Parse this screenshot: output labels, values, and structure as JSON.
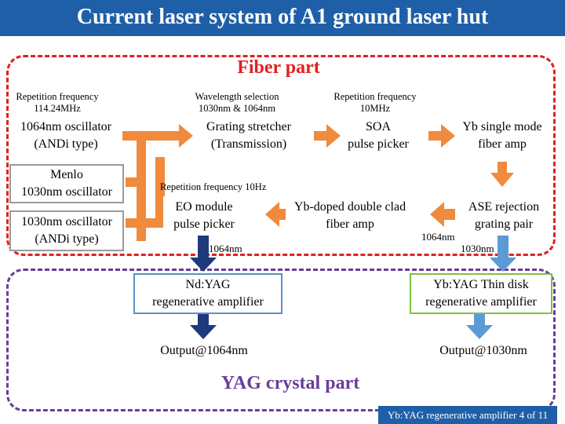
{
  "title": "Current laser system of A1 ground laser hut",
  "fiber_part": {
    "label": "Fiber part",
    "notes": {
      "rep_freq_osc": "Repetition frequency\n114.24MHz",
      "wavelength_selection": "Wavelength selection\n1030nm & 1064nm",
      "rep_freq_soa": "Repetition frequency\n10MHz",
      "rep_freq_eo": "Repetition frequency 10Hz"
    },
    "boxes": {
      "osc_1064": "1064nm oscillator\n(ANDi type)",
      "menlo": "Menlo\n1030nm oscillator",
      "osc_1030_andi": "1030nm oscillator\n(ANDi type)",
      "stretcher": "Grating stretcher\n(Transmission)",
      "soa": "SOA\npulse picker",
      "yb_single": "Yb single mode\nfiber amp",
      "eo": "EO module\npulse picker",
      "yb_double": "Yb-doped double clad\nfiber amp",
      "ase": "ASE rejection\ngrating pair"
    },
    "annotations": {
      "ann_1064_left": "1064nm",
      "ann_1064_right": "1064nm",
      "ann_1030": "1030nm"
    }
  },
  "yag_part": {
    "label": "YAG crystal part",
    "boxes": {
      "ndyag": "Nd:YAG\nregenerative amplifier",
      "ybyag": "Yb:YAG Thin disk\nregenerative amplifier"
    },
    "outputs": {
      "out_1064": "Output@1064nm",
      "out_1030": "Output@1030nm"
    }
  },
  "footer": "Yb:YAG regenerative amplifier 4 of 11",
  "colors": {
    "title_bar": "#1f5fa8",
    "fiber_border": "#e02020",
    "yag_border": "#6a3d9a",
    "arrow_orange": "#f08a3c",
    "arrow_navy": "#1f3a7a",
    "arrow_lightblue": "#5b9bd5",
    "box_gray": "#9a9a9a",
    "box_blue": "#5b8fc9",
    "box_green": "#7dc242"
  }
}
